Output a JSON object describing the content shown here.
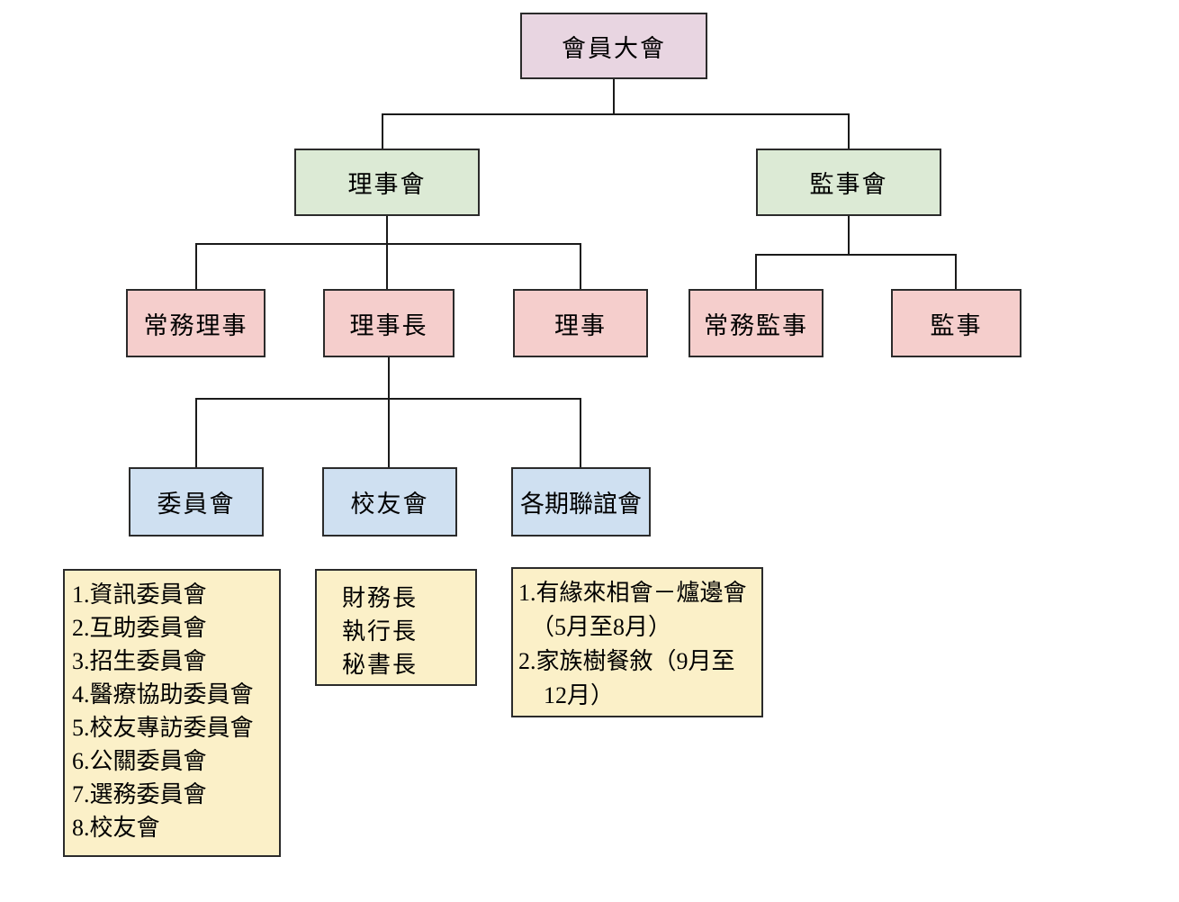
{
  "diagram": {
    "type": "org-chart",
    "language": "zh-Hant"
  },
  "colors": {
    "assembly_fill": "#E8D5E1",
    "council_fill": "#DCEAD5",
    "officer_fill": "#F5CECC",
    "group_fill": "#CFE0F1",
    "note_fill": "#FBF0C8",
    "border": "#2b2b2b",
    "line": "#1a1a1a"
  },
  "nodes": {
    "general_assembly": {
      "label": "會員大會"
    },
    "board_of_directors": {
      "label": "理事會"
    },
    "board_of_supervisors": {
      "label": "監事會"
    },
    "standing_directors": {
      "label": "常務理事"
    },
    "chairman": {
      "label": "理事長"
    },
    "directors": {
      "label": "理事"
    },
    "standing_supervisors": {
      "label": "常務監事"
    },
    "supervisors": {
      "label": "監事"
    },
    "committees": {
      "label": "委員會"
    },
    "alumni_association": {
      "label": "校友會"
    },
    "reunion_groups": {
      "label": "各期聯誼會"
    }
  },
  "notes": {
    "committee_list": {
      "lines": [
        "1.資訊委員會",
        "2.互助委員會",
        "3.招生委員會",
        "4.醫療協助委員會",
        "5.校友專訪委員會",
        "6.公關委員會",
        "7.選務委員會",
        "8.校友會"
      ]
    },
    "officer_list": {
      "lines": [
        "財務長",
        "執行長",
        "秘書長"
      ]
    },
    "event_list": {
      "lines": [
        "1.有緣來相會－爐邊會",
        "（5月至8月）",
        "2.家族樹餐敘（9月至",
        "12月）"
      ]
    }
  }
}
